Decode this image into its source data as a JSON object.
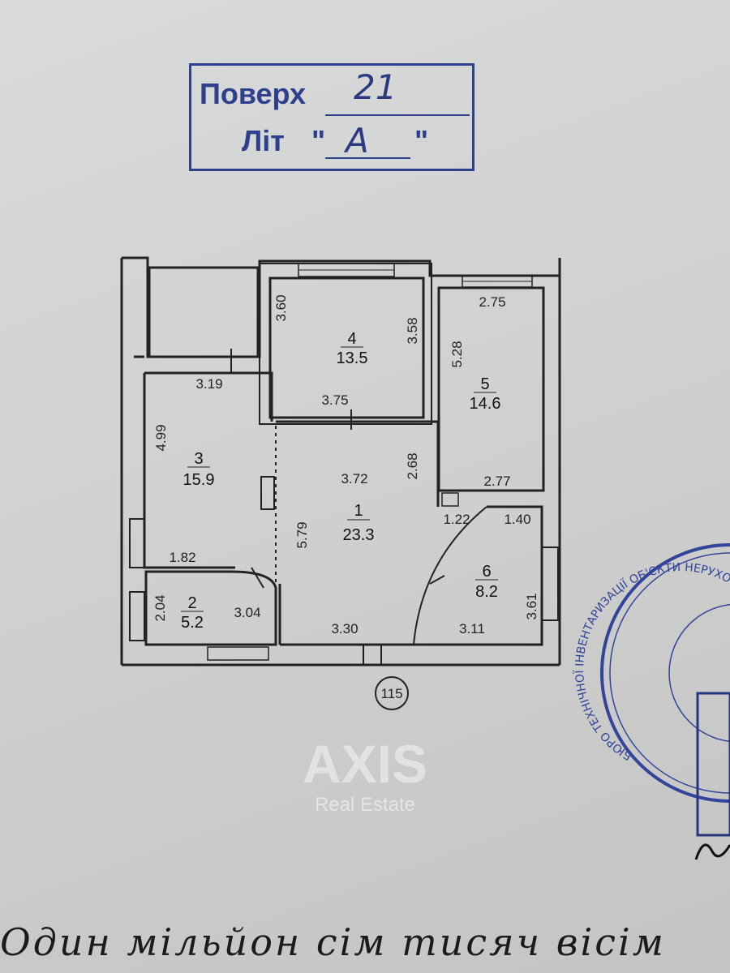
{
  "header_stamp": {
    "floor_label": "Поверх",
    "floor_value": "21",
    "letter_label": "Літ",
    "letter_value": "А",
    "quote_open": "\"",
    "quote_close": "\""
  },
  "plan": {
    "rooms": [
      {
        "number": "1",
        "area": "23.3"
      },
      {
        "number": "2",
        "area": "5.2"
      },
      {
        "number": "3",
        "area": "15.9"
      },
      {
        "number": "4",
        "area": "13.5"
      },
      {
        "number": "5",
        "area": "14.6"
      },
      {
        "number": "6",
        "area": "8.2"
      }
    ],
    "dimensions": [
      "3.60",
      "3.58",
      "2.75",
      "5.28",
      "3.19",
      "3.75",
      "4.99",
      "3.72",
      "2.68",
      "2.77",
      "1.22",
      "1.40",
      "5.79",
      "1.82",
      "3.61",
      "2.04",
      "3.04",
      "3.30",
      "3.11"
    ],
    "apartment_number": "115"
  },
  "watermark": {
    "brand": "AXIS",
    "sub": "Real Estate"
  },
  "seal": {
    "text": "БЮРО ТЕХНІЧНОЇ ІНВЕНТАРИЗАЦІЇ ОБ'ЄКТИ НЕРУХОМОГО МАЙНА ІДЕНТИФІКАЦІЯ",
    "color": "#33449a"
  },
  "handwriting": "Один мільйон сім тисяч вісім"
}
